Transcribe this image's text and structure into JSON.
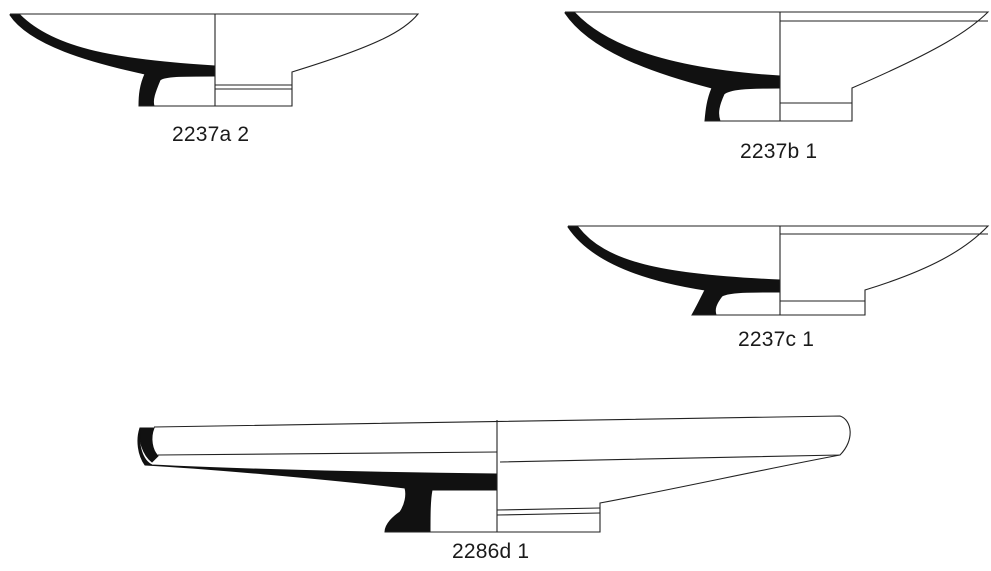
{
  "figure": {
    "profiles": [
      {
        "id": "a",
        "label": "2237a 2"
      },
      {
        "id": "b",
        "label": "2237b 1"
      },
      {
        "id": "c",
        "label": "2237c 1"
      },
      {
        "id": "d",
        "label": "2286d 1"
      }
    ]
  },
  "colors": {
    "ink": "#111111",
    "line": "#222222",
    "background": "#ffffff"
  }
}
